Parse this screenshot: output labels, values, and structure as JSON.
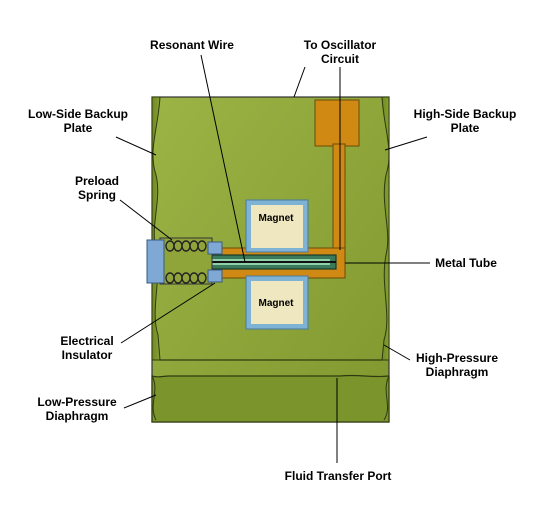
{
  "labels": {
    "resonant_wire": "Resonant Wire",
    "to_oscillator_1": "To Oscillator",
    "to_oscillator_2": "Circuit",
    "low_side_backup_1": "Low-Side Backup",
    "low_side_backup_2": "Plate",
    "high_side_backup_1": "High-Side Backup",
    "high_side_backup_2": "Plate",
    "preload_1": "Preload",
    "preload_2": "Spring",
    "metal_tube": "Metal Tube",
    "electrical_1": "Electrical",
    "electrical_2": "Insulator",
    "high_pressure_1": "High-Pressure",
    "high_pressure_2": "Diaphragm",
    "low_pressure_1": "Low-Pressure",
    "low_pressure_2": "Diaphragm",
    "fluid_port": "Fluid Transfer Port",
    "magnet_top": "Magnet",
    "magnet_bottom": "Magnet"
  },
  "colors": {
    "housing": "#8fa53a",
    "housing_dark": "#6e8526",
    "copper": "#d08a14",
    "magnet_fill": "#efe7c0",
    "magnet_border": "#7fb3d5",
    "insulator": "#7fa8d4",
    "tube": "#3a7a5a"
  }
}
